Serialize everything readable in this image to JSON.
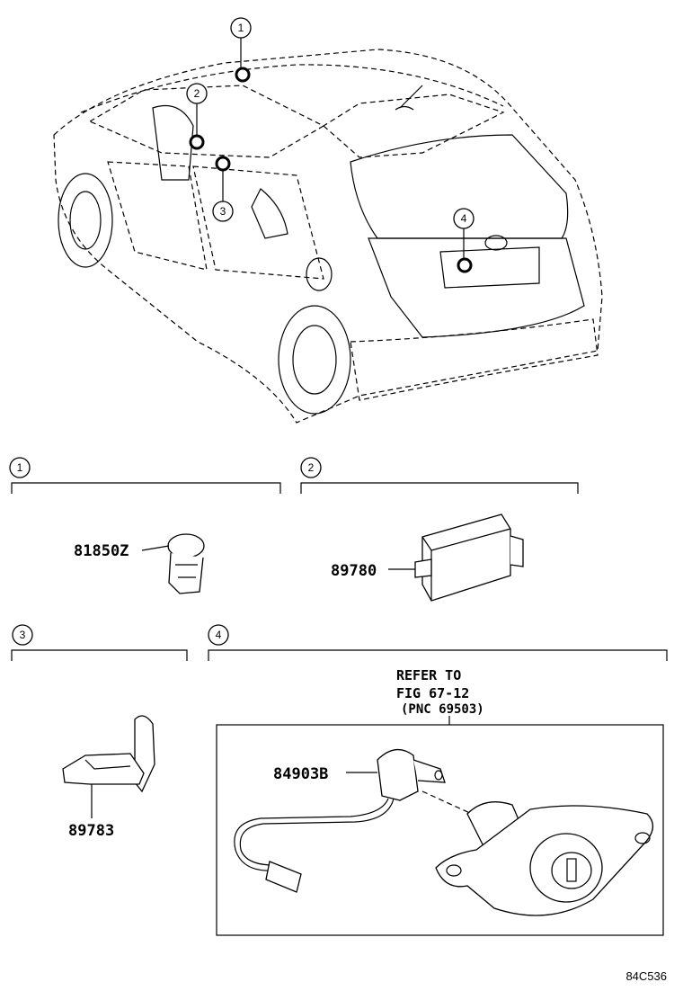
{
  "overview": {
    "callouts": [
      "1",
      "2",
      "3",
      "4"
    ]
  },
  "sections": [
    {
      "number": "1",
      "parts": [
        "81850Z"
      ]
    },
    {
      "number": "2",
      "parts": [
        "89780"
      ]
    },
    {
      "number": "3",
      "parts": [
        "89783"
      ]
    },
    {
      "number": "4",
      "parts": [
        "84903B"
      ],
      "refer": [
        "REFER TO",
        "FIG 67-12",
        "(PNC 69503)"
      ]
    }
  ],
  "footer": {
    "code": "84C536"
  }
}
